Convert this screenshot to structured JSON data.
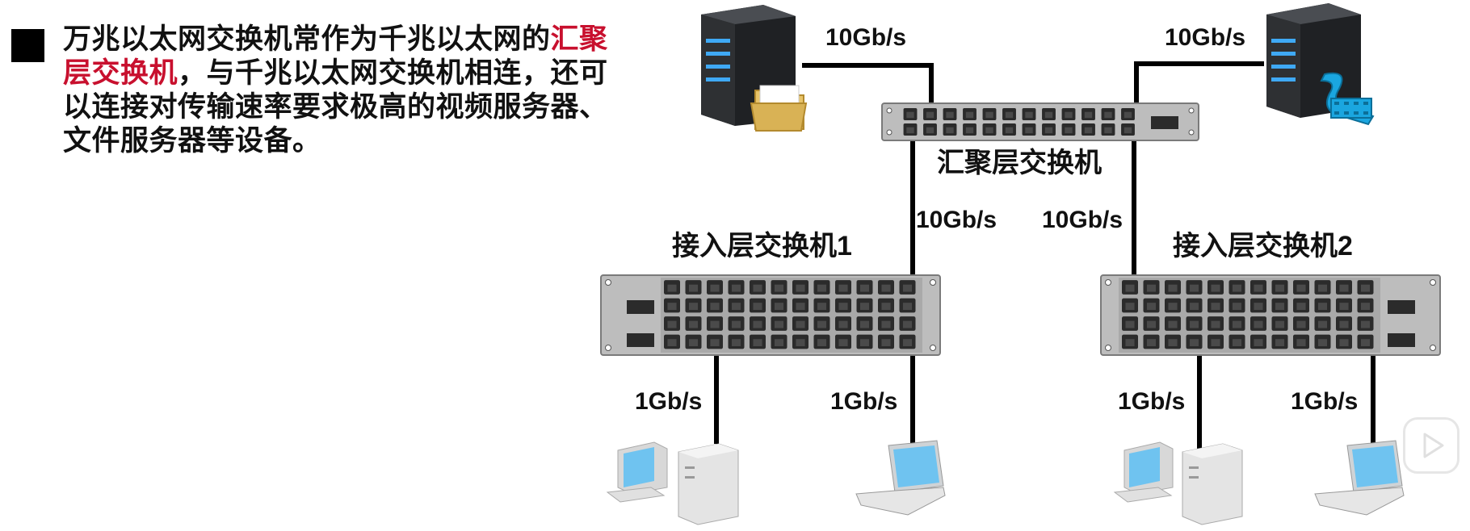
{
  "description": {
    "text_before": "万兆以太网交换机常作为千兆以太网的",
    "highlight": "汇聚层交换机",
    "text_after": "，与千兆以太网交换机相连，还可以连接对传输速率要求极高的视频服务器、文件服务器等设备。"
  },
  "diagram": {
    "aggregation_switch_label": "汇聚层交换机",
    "access_switch_1_label": "接入层交换机1",
    "access_switch_2_label": "接入层交换机2",
    "link_file_server": "10Gb/s",
    "link_video_server": "10Gb/s",
    "link_agg_access1": "10Gb/s",
    "link_agg_access2": "10Gb/s",
    "link_access1_desktop": "1Gb/s",
    "link_access1_laptop": "1Gb/s",
    "link_access2_desktop": "1Gb/s",
    "link_access2_laptop": "1Gb/s"
  },
  "colors": {
    "highlight": "#c8102e",
    "text": "#111111",
    "server_body": "#2e3033",
    "server_led": "#3fa9f5",
    "switch_body": "#bdbdbd",
    "monitor_screen": "#6fc3f0"
  },
  "icons": [
    "file-server-icon",
    "video-server-icon",
    "folder-icon",
    "film-strip-icon",
    "switch-icon",
    "desktop-computer-icon",
    "laptop-icon",
    "play-button-icon"
  ]
}
